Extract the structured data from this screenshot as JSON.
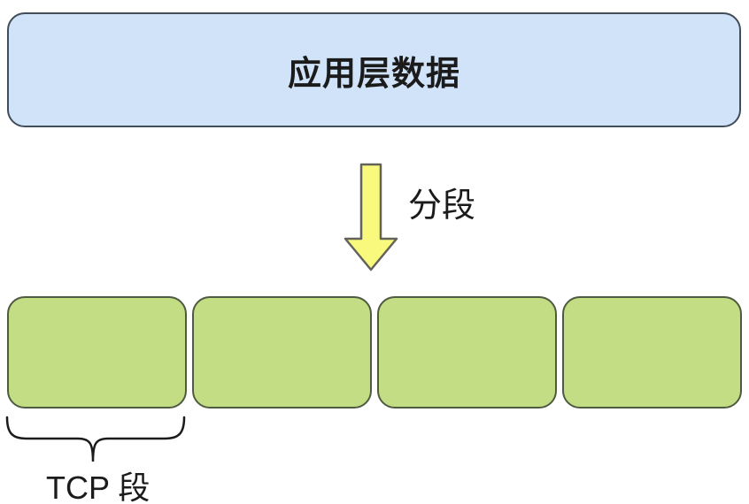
{
  "diagram": {
    "title_box": {
      "label": "应用层数据"
    },
    "arrow": {
      "label": "分段",
      "direction": "down"
    },
    "segments": {
      "count": 4,
      "brace_label": "TCP 段"
    },
    "colors": {
      "background": "#ffffff",
      "app_box_fill": "#d0e3f8",
      "app_box_border": "#424d5a",
      "arrow_fill": "#f8f97d",
      "arrow_border": "#63635a",
      "segment_fill": "#c3dd85",
      "segment_border": "#4f5b41",
      "text": "#1b1b1b"
    }
  }
}
